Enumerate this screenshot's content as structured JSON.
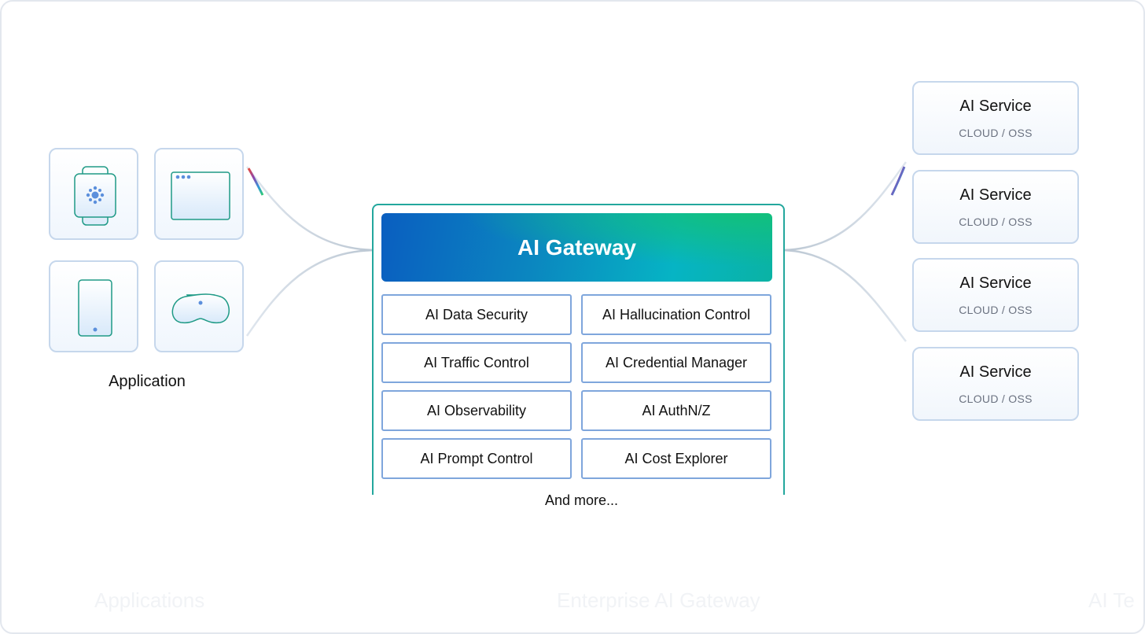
{
  "application_label": "Application",
  "gateway": {
    "title": "AI Gateway",
    "features": [
      "AI Data Security",
      "AI Hallucination Control",
      "AI Traffic Control",
      "AI Credential Manager",
      "AI Observability",
      "AI AuthN/Z",
      "AI Prompt Control",
      "AI Cost Explorer"
    ],
    "footer": "And more..."
  },
  "services": [
    {
      "title": "AI Service",
      "subtitle": "CLOUD / OSS"
    },
    {
      "title": "AI Service",
      "subtitle": "CLOUD / OSS"
    },
    {
      "title": "AI Service",
      "subtitle": "CLOUD / OSS"
    },
    {
      "title": "AI Service",
      "subtitle": "CLOUD / OSS"
    }
  ],
  "background_labels": [
    "Applications",
    "Enterprise AI Gateway",
    "AI Te"
  ],
  "app_icons": [
    "smartwatch-icon",
    "browser-window-icon",
    "smartphone-icon",
    "vr-headset-icon"
  ],
  "colors": {
    "gateway_border": "#23a79d",
    "gateway_gradient_start": "#0a5ec0",
    "gateway_gradient_end": "#12c07c",
    "feature_border": "#7fa6dc",
    "tile_border": "#c6d7ec",
    "icon_stroke": "#1f9a86",
    "icon_dot": "#5b8fdc"
  }
}
